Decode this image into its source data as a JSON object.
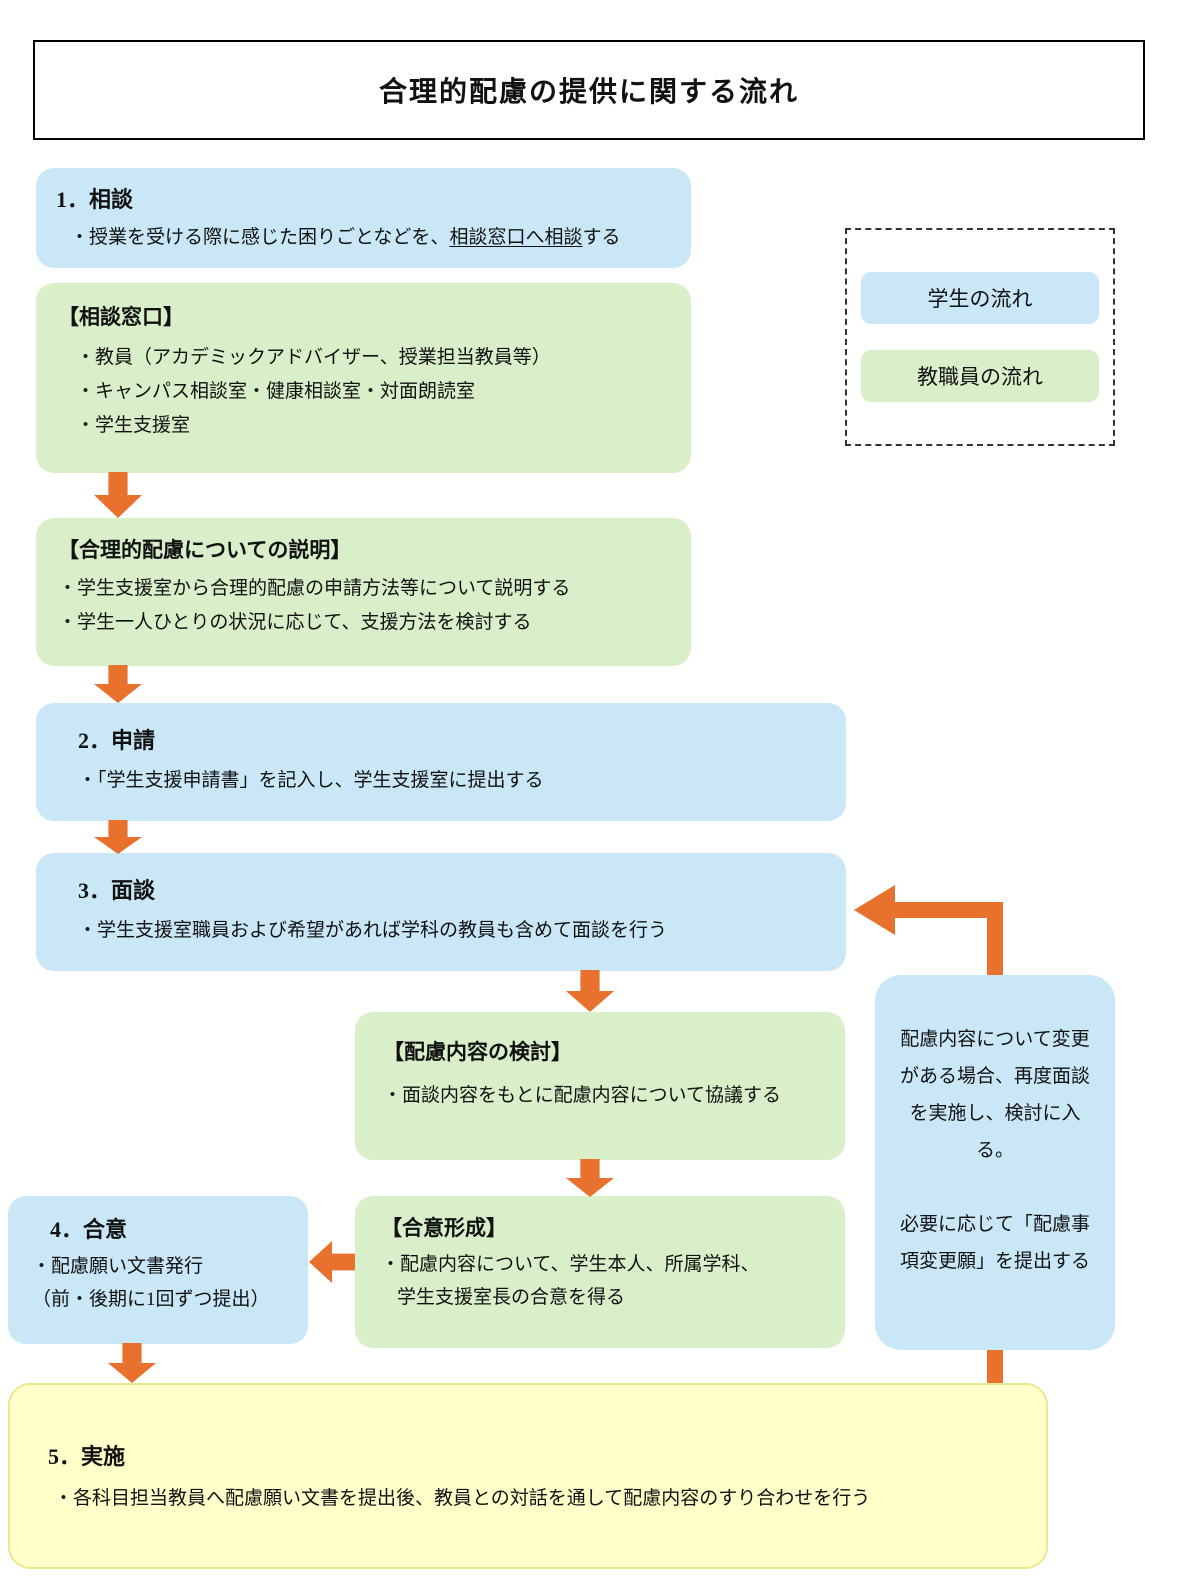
{
  "title": "合理的配慮の提供に関する流れ",
  "legend": {
    "student_label": "学生の流れ",
    "staff_label": "教職員の流れ"
  },
  "boxes": {
    "consult": {
      "title": "1．相談",
      "bullet_pre": "・授業を受ける際に感じた困りごとなどを、",
      "bullet_link": "相談窓口へ相談",
      "bullet_post": "する"
    },
    "contact_points": {
      "title": "【相談窓口】",
      "bullets": [
        "・教員（アカデミックアドバイザー、授業担当教員等）",
        "・キャンパス相談室・健康相談室・対面朗読室",
        "・学生支援室"
      ]
    },
    "explanation": {
      "title": "【合理的配慮についての説明】",
      "bullets": [
        "・学生支援室から合理的配慮の申請方法等について説明する",
        "・学生一人ひとりの状況に応じて、支援方法を検討する"
      ]
    },
    "apply": {
      "title": "2．申請",
      "bullet": "・「学生支援申請書」を記入し、学生支援室に提出する"
    },
    "interview": {
      "title": "3．面談",
      "bullet": "・学生支援室職員および希望があれば学科の教員も含めて面談を行う"
    },
    "review": {
      "title": "【配慮内容の検討】",
      "bullet": "・面談内容をもとに配慮内容について協議する"
    },
    "agreement_forming": {
      "title": "【合意形成】",
      "bullets": [
        "・配慮内容について、学生本人、所属学科、",
        "学生支援室長の合意を得る"
      ]
    },
    "agreement": {
      "title": "4．合意",
      "bullets": [
        "・配慮願い文書発行",
        "（前・後期に1回ずつ提出）"
      ]
    },
    "implementation": {
      "title": "5．実施",
      "bullet": "・各科目担当教員へ配慮願い文書を提出後、教員との対話を通して配慮内容のすり合わせを行う"
    },
    "change_note": {
      "para1": "配慮内容について変更がある場合、再度面談を実施し、検討に入る。",
      "para2": "必要に応じて「配慮事項変更願」を提出する"
    }
  },
  "colors": {
    "student_flow_blue": "#c9e7f6",
    "staff_flow_green": "#d9efca",
    "implementation_yellow": "#ffffc9",
    "arrow_orange": "#e8712e"
  }
}
